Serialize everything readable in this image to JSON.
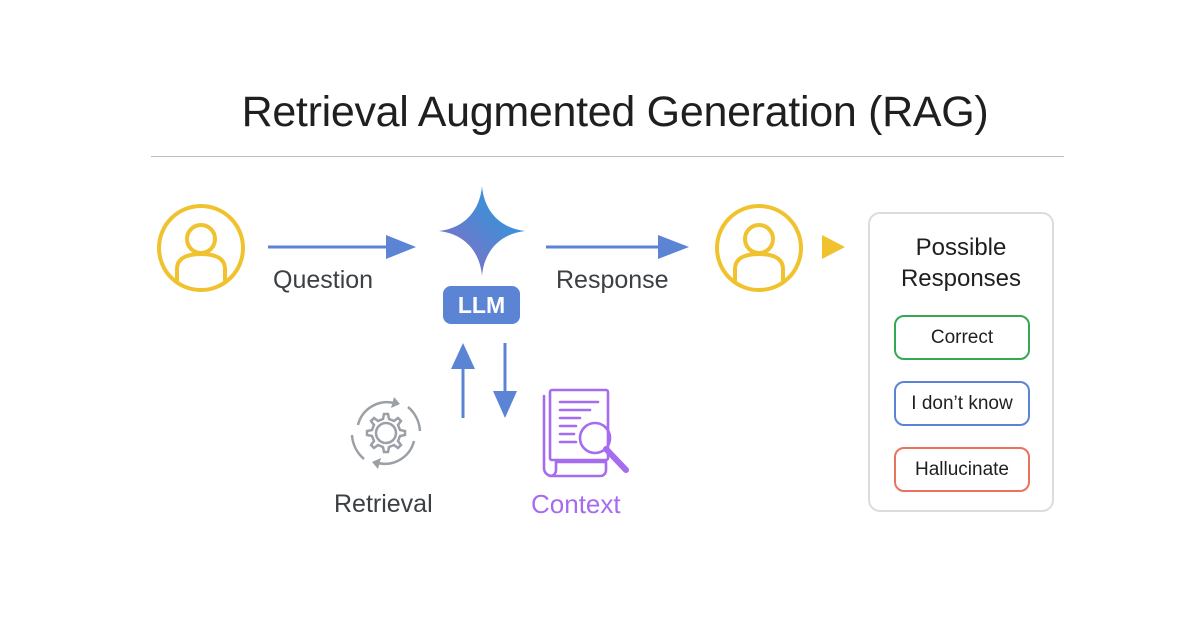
{
  "title": "Retrieval Augmented Generation (RAG)",
  "flow": {
    "question_label": "Question",
    "response_label": "Response",
    "llm_label": "LLM",
    "retrieval_label": "Retrieval",
    "context_label": "Context"
  },
  "possible_responses": {
    "title": "Possible Responses",
    "options": [
      {
        "label": "Correct",
        "color": "#34a853"
      },
      {
        "label": "I don’t know",
        "color": "#5b84d4"
      },
      {
        "label": "Hallucinate",
        "color": "#e8735f"
      }
    ]
  },
  "colors": {
    "user": "#f0c22e",
    "arrow": "#5b84d4",
    "llm_badge": "#5b84d4",
    "context": "#a56cf0",
    "retrieval": "#9aa0a6",
    "text": "#3c4043"
  },
  "icons": {
    "user": "user-circle-icon",
    "llm": "sparkle-star-icon",
    "retrieval": "gear-cycle-icon",
    "context": "document-search-icon",
    "pointer": "play-triangle-icon"
  }
}
